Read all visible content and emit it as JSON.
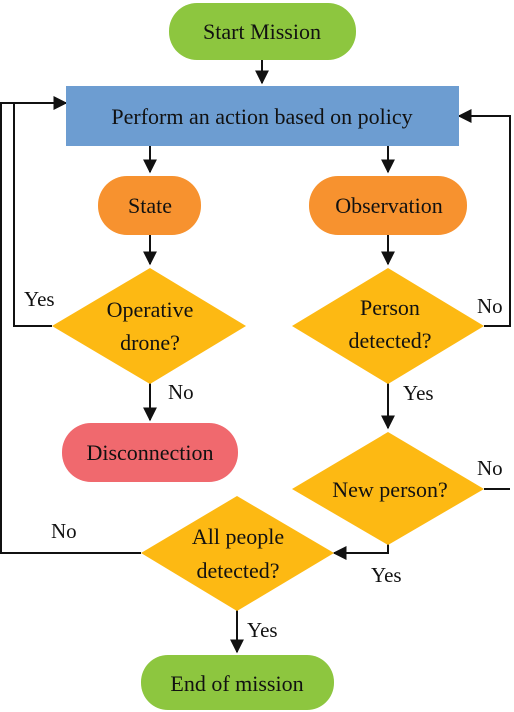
{
  "colors": {
    "terminal": "#8dc63f",
    "action": "#6d9dd1",
    "state": "#f7922f",
    "decision": "#fdb913",
    "error": "#f0696e",
    "line": "#111111"
  },
  "nodes": {
    "start": "Start Mission",
    "action": "Perform an action based on policy",
    "state": "State",
    "observation": "Observation",
    "operative_line1": "Operative",
    "operative_line2": "drone?",
    "person_line1": "Person",
    "person_line2": "detected?",
    "disconnection": "Disconnection",
    "new_person": "New person?",
    "all_people_line1": "All people",
    "all_people_line2": "detected?",
    "end": "End of mission"
  },
  "edge_labels": {
    "operative_yes": "Yes",
    "operative_no": "No",
    "person_no": "No",
    "person_yes": "Yes",
    "new_person_no": "No",
    "new_person_yes": "Yes",
    "all_people_no": "No",
    "all_people_yes": "Yes"
  }
}
